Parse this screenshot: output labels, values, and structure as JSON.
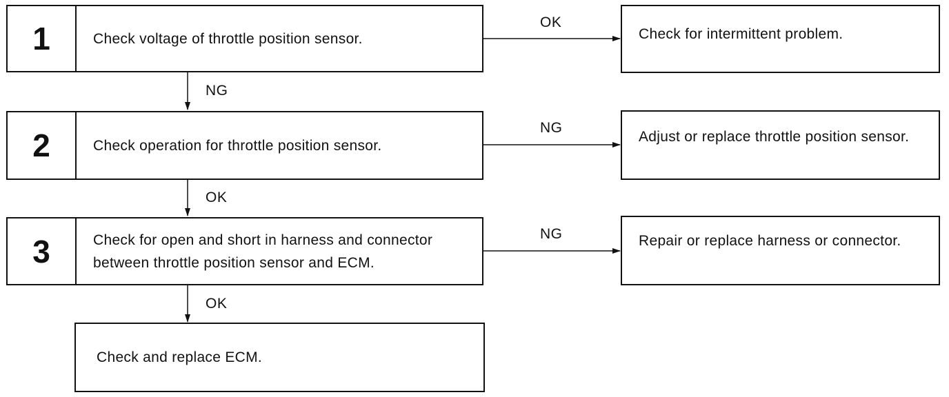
{
  "steps": [
    {
      "number": "1",
      "text": "Check voltage of throttle position sensor."
    },
    {
      "number": "2",
      "text": "Check operation for throttle position sensor."
    },
    {
      "number": "3",
      "text": "Check for open and short in harness and connector between throttle position sensor and ECM."
    }
  ],
  "results": {
    "intermittent": "Check for intermittent problem.",
    "adjust_sensor": "Adjust or replace throttle position sensor.",
    "repair_harness": "Repair or replace harness or connector.",
    "replace_ecm": "Check and replace ECM."
  },
  "edge_labels": {
    "step1_right": "OK",
    "step1_down": "NG",
    "step2_right": "NG",
    "step2_down": "OK",
    "step3_right": "NG",
    "step3_down": "OK"
  }
}
